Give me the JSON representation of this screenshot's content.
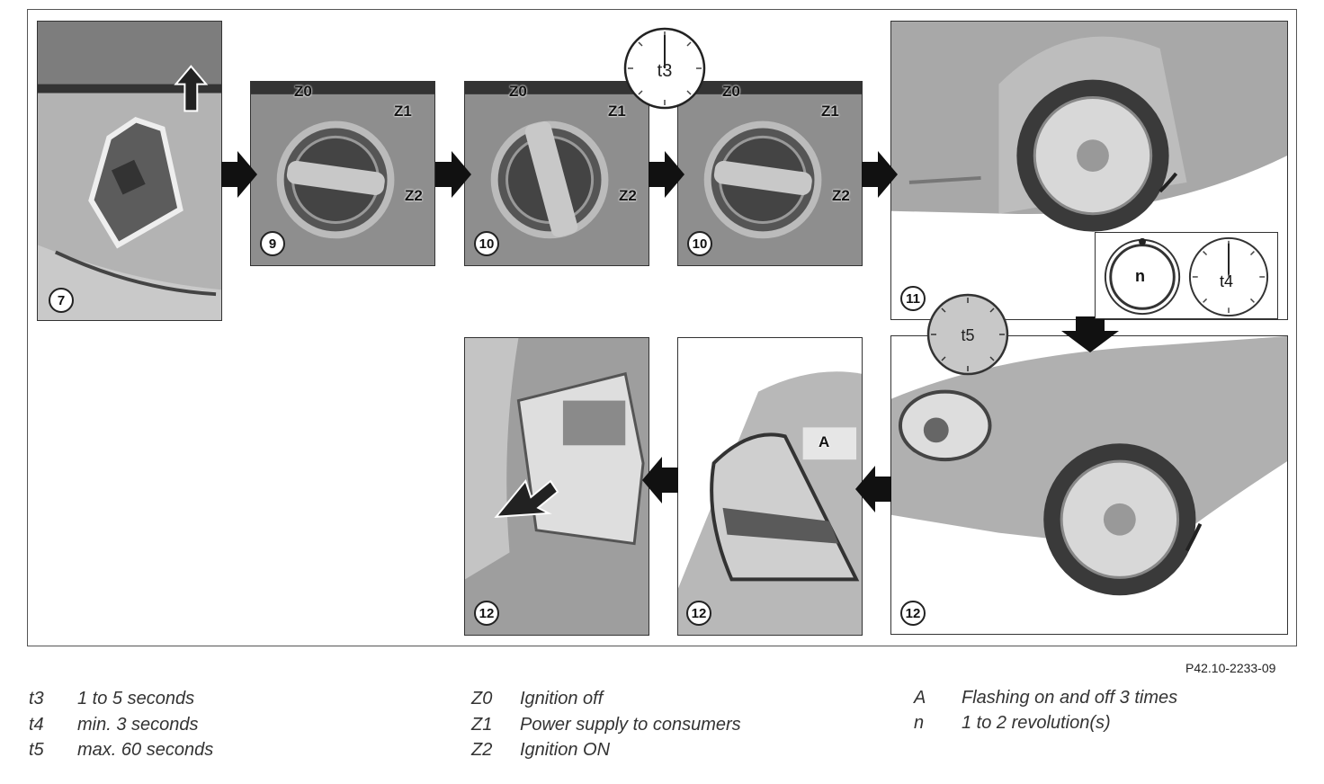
{
  "figure_ref": "P42.10-2233-09",
  "steps": {
    "s7": "7",
    "s9": "9",
    "s10a": "10",
    "s10b": "10",
    "s11": "11",
    "s12a": "12",
    "s12b": "12",
    "s12c": "12"
  },
  "positions": {
    "z0": "Z0",
    "z1": "Z1",
    "z2": "Z2"
  },
  "dials": {
    "t3": "t3",
    "t4": "t4",
    "t5": "t5",
    "n": "n"
  },
  "marker_a": "A",
  "legend": [
    {
      "key": "t3",
      "text": "1 to 5 seconds"
    },
    {
      "key": "t4",
      "text": "min. 3 seconds"
    },
    {
      "key": "t5",
      "text": "max. 60 seconds"
    },
    {
      "key": "Z0",
      "text": "Ignition off"
    },
    {
      "key": "Z1",
      "text": "Power supply to consumers"
    },
    {
      "key": "Z2",
      "text": "Ignition ON"
    },
    {
      "key": "A",
      "text": "Flashing on and off 3 times"
    },
    {
      "key": "n",
      "text": "1 to 2 revolution(s)"
    }
  ]
}
